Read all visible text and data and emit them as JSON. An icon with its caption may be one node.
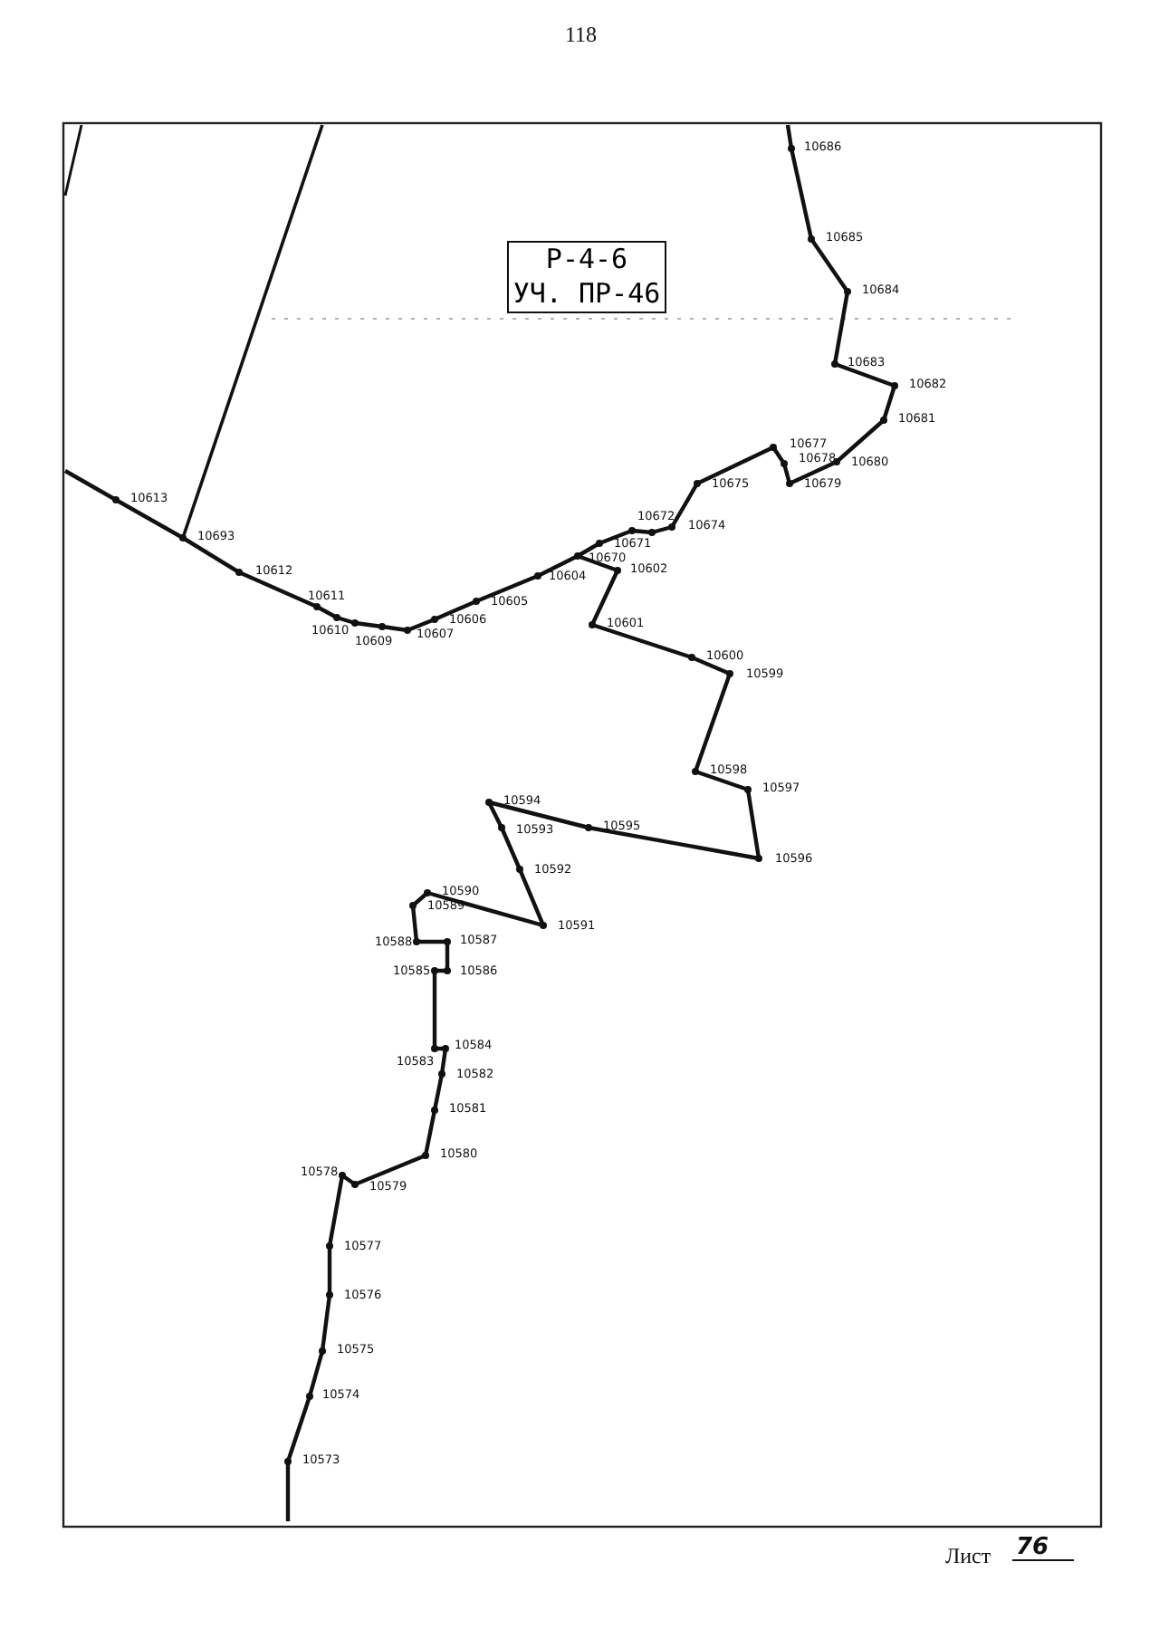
{
  "diagram": {
    "nodes": [
      {
        "text": [
          "Р-4-6"
        ]
      },
      {
        "text": [
          "УЧ. ПР-46"
        ]
      }
    ],
    "labels": [
      "118",
      "10686",
      "10685",
      "10684",
      "10683",
      "10682",
      "10681",
      "10680",
      "10677",
      "10678",
      "10679",
      "10675",
      "10674",
      "10672",
      "10671",
      "10670",
      "10613",
      "10693",
      "10604",
      "10602",
      "10612",
      "10605",
      "10611",
      "10610",
      "10609",
      "10606",
      "10607",
      "10601",
      "10600",
      "10599",
      "10598",
      "10597",
      "10594",
      "10595",
      "10593",
      "10596",
      "10592",
      "10590",
      "10589",
      "10591",
      "10588",
      "10587",
      "10586",
      "10585",
      "10584",
      "10583",
      "10582",
      "10581",
      "10580",
      "10578",
      "10579",
      "10577",
      "10576",
      "10575",
      "10574",
      "10573",
      "Лист",
      "76"
    ]
  }
}
